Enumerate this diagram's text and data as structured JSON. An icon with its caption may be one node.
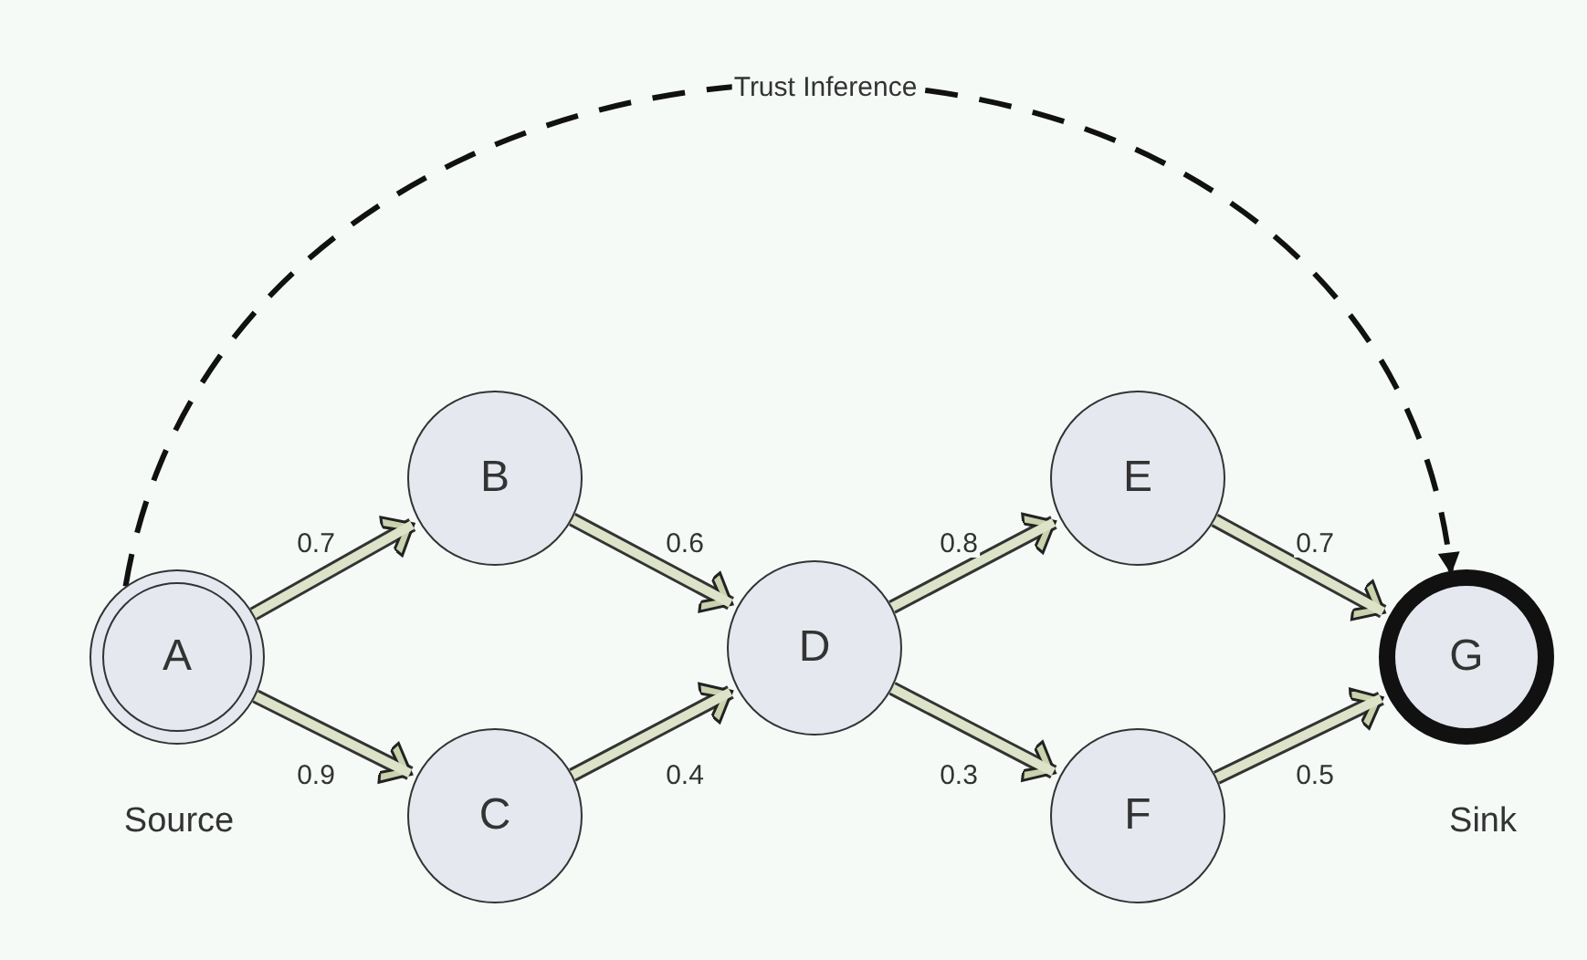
{
  "diagram": {
    "nodes": [
      {
        "text": [
          "A"
        ],
        "beside": [
          "Source"
        ]
      },
      {
        "text": [
          "B"
        ]
      },
      {
        "text": [
          "C"
        ]
      },
      {
        "text": [
          "D"
        ]
      },
      {
        "text": [
          "E"
        ]
      },
      {
        "text": [
          "F"
        ]
      },
      {
        "text": [
          "G"
        ],
        "beside": [
          "Sink"
        ]
      }
    ],
    "edges": [
      {
        "from": 0,
        "to": 1,
        "arrow": "to",
        "label": "0.7"
      },
      {
        "from": 0,
        "to": 2,
        "arrow": "to",
        "label": "0.9"
      },
      {
        "from": 1,
        "to": 3,
        "arrow": "to",
        "label": "0.6"
      },
      {
        "from": 2,
        "to": 3,
        "arrow": "to",
        "label": "0.4"
      },
      {
        "from": 3,
        "to": 4,
        "arrow": "to",
        "label": "0.8"
      },
      {
        "from": 3,
        "to": 5,
        "arrow": "to",
        "label": "0.3"
      },
      {
        "from": 4,
        "to": 6,
        "arrow": "to",
        "label": "0.7"
      },
      {
        "from": 5,
        "to": 6,
        "arrow": "to",
        "label": "0.5"
      },
      {
        "from": 0,
        "to": 6,
        "arrow": "to",
        "label": "Trust Inference",
        "style": "dashed"
      }
    ]
  }
}
